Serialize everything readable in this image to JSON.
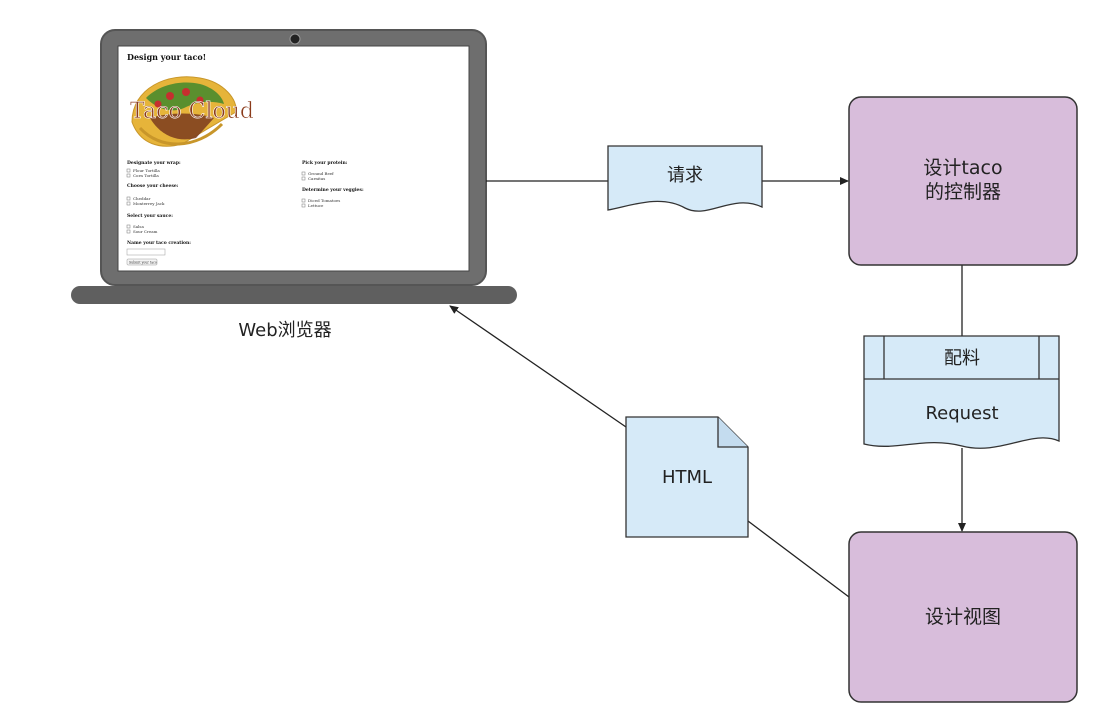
{
  "browser": {
    "label": "Web浏览器",
    "page": {
      "title": "Design your taco!",
      "logo_text": "Taco Cloud",
      "sections": [
        {
          "heading": "Designate your wrap:",
          "options": [
            "Flour Tortilla",
            "Corn Tortilla"
          ]
        },
        {
          "heading": "Choose your cheese:",
          "options": [
            "Cheddar",
            "Monterrey Jack"
          ]
        },
        {
          "heading": "Select your sauce:",
          "options": [
            "Salsa",
            "Sour Cream"
          ]
        },
        {
          "heading": "Name your taco creation:",
          "options": []
        },
        {
          "heading": "Pick your protein:",
          "options": [
            "Ground Beef",
            "Carnitas"
          ]
        },
        {
          "heading": "Determine your veggies:",
          "options": [
            "Diced Tomatoes",
            "Lettuce"
          ]
        }
      ],
      "submit_label": "Submit your taco"
    }
  },
  "nodes": {
    "request_doc": "请求",
    "controller_line1": "设计taco",
    "controller_line2": "的控制器",
    "model_top": "配料",
    "model_bottom": "Request",
    "html_doc": "HTML",
    "view": "设计视图"
  },
  "colors": {
    "process_fill": "#d8bddb",
    "doc_fill": "#d6eaf8",
    "laptop_body": "#6e6e6e",
    "laptop_base": "#5f5f5f",
    "stroke": "#333333"
  }
}
